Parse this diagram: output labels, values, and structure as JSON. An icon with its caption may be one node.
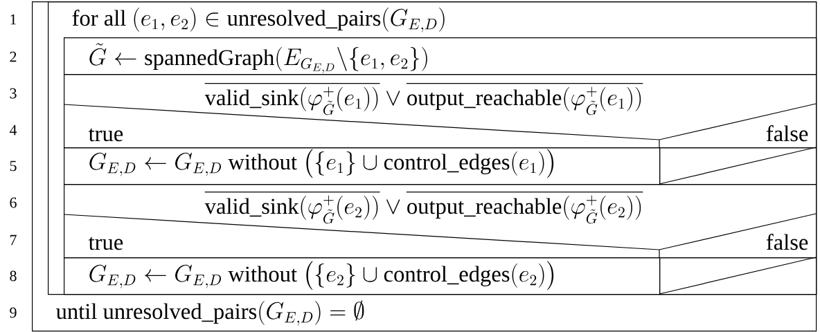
{
  "diagram": {
    "nodes": [
      {
        "text": [
          "\\text{until } \\mathrm{unresolved\\_pairs}(G_{E,D}) = \\emptyset"
        ]
      },
      {
        "text": [
          "\\text{for all } (e_1, e_2) \\in \\mathrm{unresolved\\_pairs}(G_{E,D})"
        ],
        "in": 0
      },
      {
        "text": [
          "\\tilde{G} \\leftarrow \\mathrm{spannedGraph}(E_{G_{E,D}} \\backslash \\{e_1, e_2\\})"
        ],
        "in": 1
      },
      {
        "text": [
          "\\overline{\\mathrm{valid\\_sink}(\\varphi^{+}_{\\tilde{G}}(e_1))} \\vee \\overline{\\mathrm{output\\_reachable}(\\varphi^{+}_{\\tilde{G}}(e_1))}",
          "true",
          "false"
        ],
        "in": 1
      },
      {
        "text": [
          "G_{E,D} \\leftarrow G_{E,D} \\text{ without } \\big(\\{e_1\\} \\cup \\mathrm{control\\_edges}(e_1)\\big)"
        ],
        "in": 1
      },
      {
        "text": [],
        "shape": "box",
        "in": 1
      },
      {
        "text": [
          "\\overline{\\mathrm{valid\\_sink}(\\varphi^{+}_{\\tilde{G}}(e_2))} \\vee \\overline{\\mathrm{output\\_reachable}(\\varphi^{+}_{\\tilde{G}}(e_2))}",
          "true",
          "false"
        ],
        "in": 1
      },
      {
        "text": [
          "G_{E,D} \\leftarrow G_{E,D} \\text{ without } \\big(\\{e_2\\} \\cup \\mathrm{control\\_edges}(e_2)\\big)"
        ],
        "in": 1
      },
      {
        "text": [],
        "shape": "box",
        "in": 1
      }
    ],
    "labels": [
      "1",
      "2",
      "3",
      "4",
      "5",
      "6",
      "7",
      "8",
      "9"
    ]
  }
}
